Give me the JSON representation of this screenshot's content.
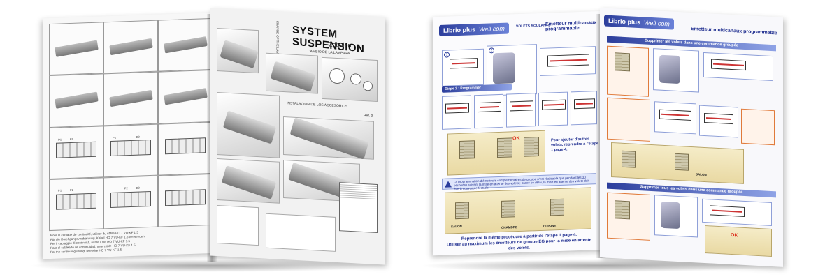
{
  "left_booklet": {
    "title": "SYSTEM SUSPENSION",
    "subtitle": "Zebulon",
    "section_change_lamp": "CHANGE OF THE LAMP",
    "section_change_lamp_es": "CAMBIO DE LA LAMPARA",
    "section_accessories": "INSTALACION DE LOS ACCESORIOS",
    "ref_label": "Réf. 3",
    "terminal_labels": [
      "P1",
      "P1",
      "P1",
      "D2",
      "P1",
      "P1",
      "P2",
      "D2"
    ],
    "footnote_lines": [
      "Pour le câblage de continuité, utiliser du câble HO 7 VU-KF 1.5",
      "Für die Durchgangsverdrahtung, Kabel HO 7 VU-KF 1.5 verwenden",
      "Per il cablaggio di continuità, usare il filo HO 7 VU-KF 1.5",
      "Para el cableado de continuidad, usar cable HO 7 VU-KF 1.5",
      "For the continuing wiring, use wire HO 7 VU-KF 1.5"
    ]
  },
  "right_booklet": {
    "brand": "Librio plus",
    "brand_script": "Well com",
    "product_tag": "VOLETS ROULANTS",
    "header": "Emetteur multicanaux programmable",
    "step2": "Etape 2 : Programmer",
    "note_add": "Pour ajouter d'autres volets, reprendre à l'étape 1 page 4.",
    "warning": "La programmation d'émetteurs complémentaires de groupe n'est réalisable que pendant les 30 secondes suivant la mise en attente des volets ; passé ce délai, la mise en attente des volets doit être à nouveau effectuée.",
    "bottom_line_1": "Reprendre la même procédure à partir de l'étape 1 page 4.",
    "bottom_line_2": "Utiliser au maximum les émetteurs de groupe EG pour la mise en attente des volets.",
    "rooms": [
      "SALON",
      "CHAMBRE",
      "CUISINE"
    ],
    "right_banner_1": "Supprimer les volets dans une commande groupée",
    "right_banner_2": "Supprimer tous les volets dans une commande groupée",
    "ok_badge": "OK",
    "salon_label": "SALON"
  },
  "colors": {
    "brand_blue": "#2c3e9c",
    "accent_orange": "#e07a3a",
    "room_cream": "#f5ecc8"
  }
}
